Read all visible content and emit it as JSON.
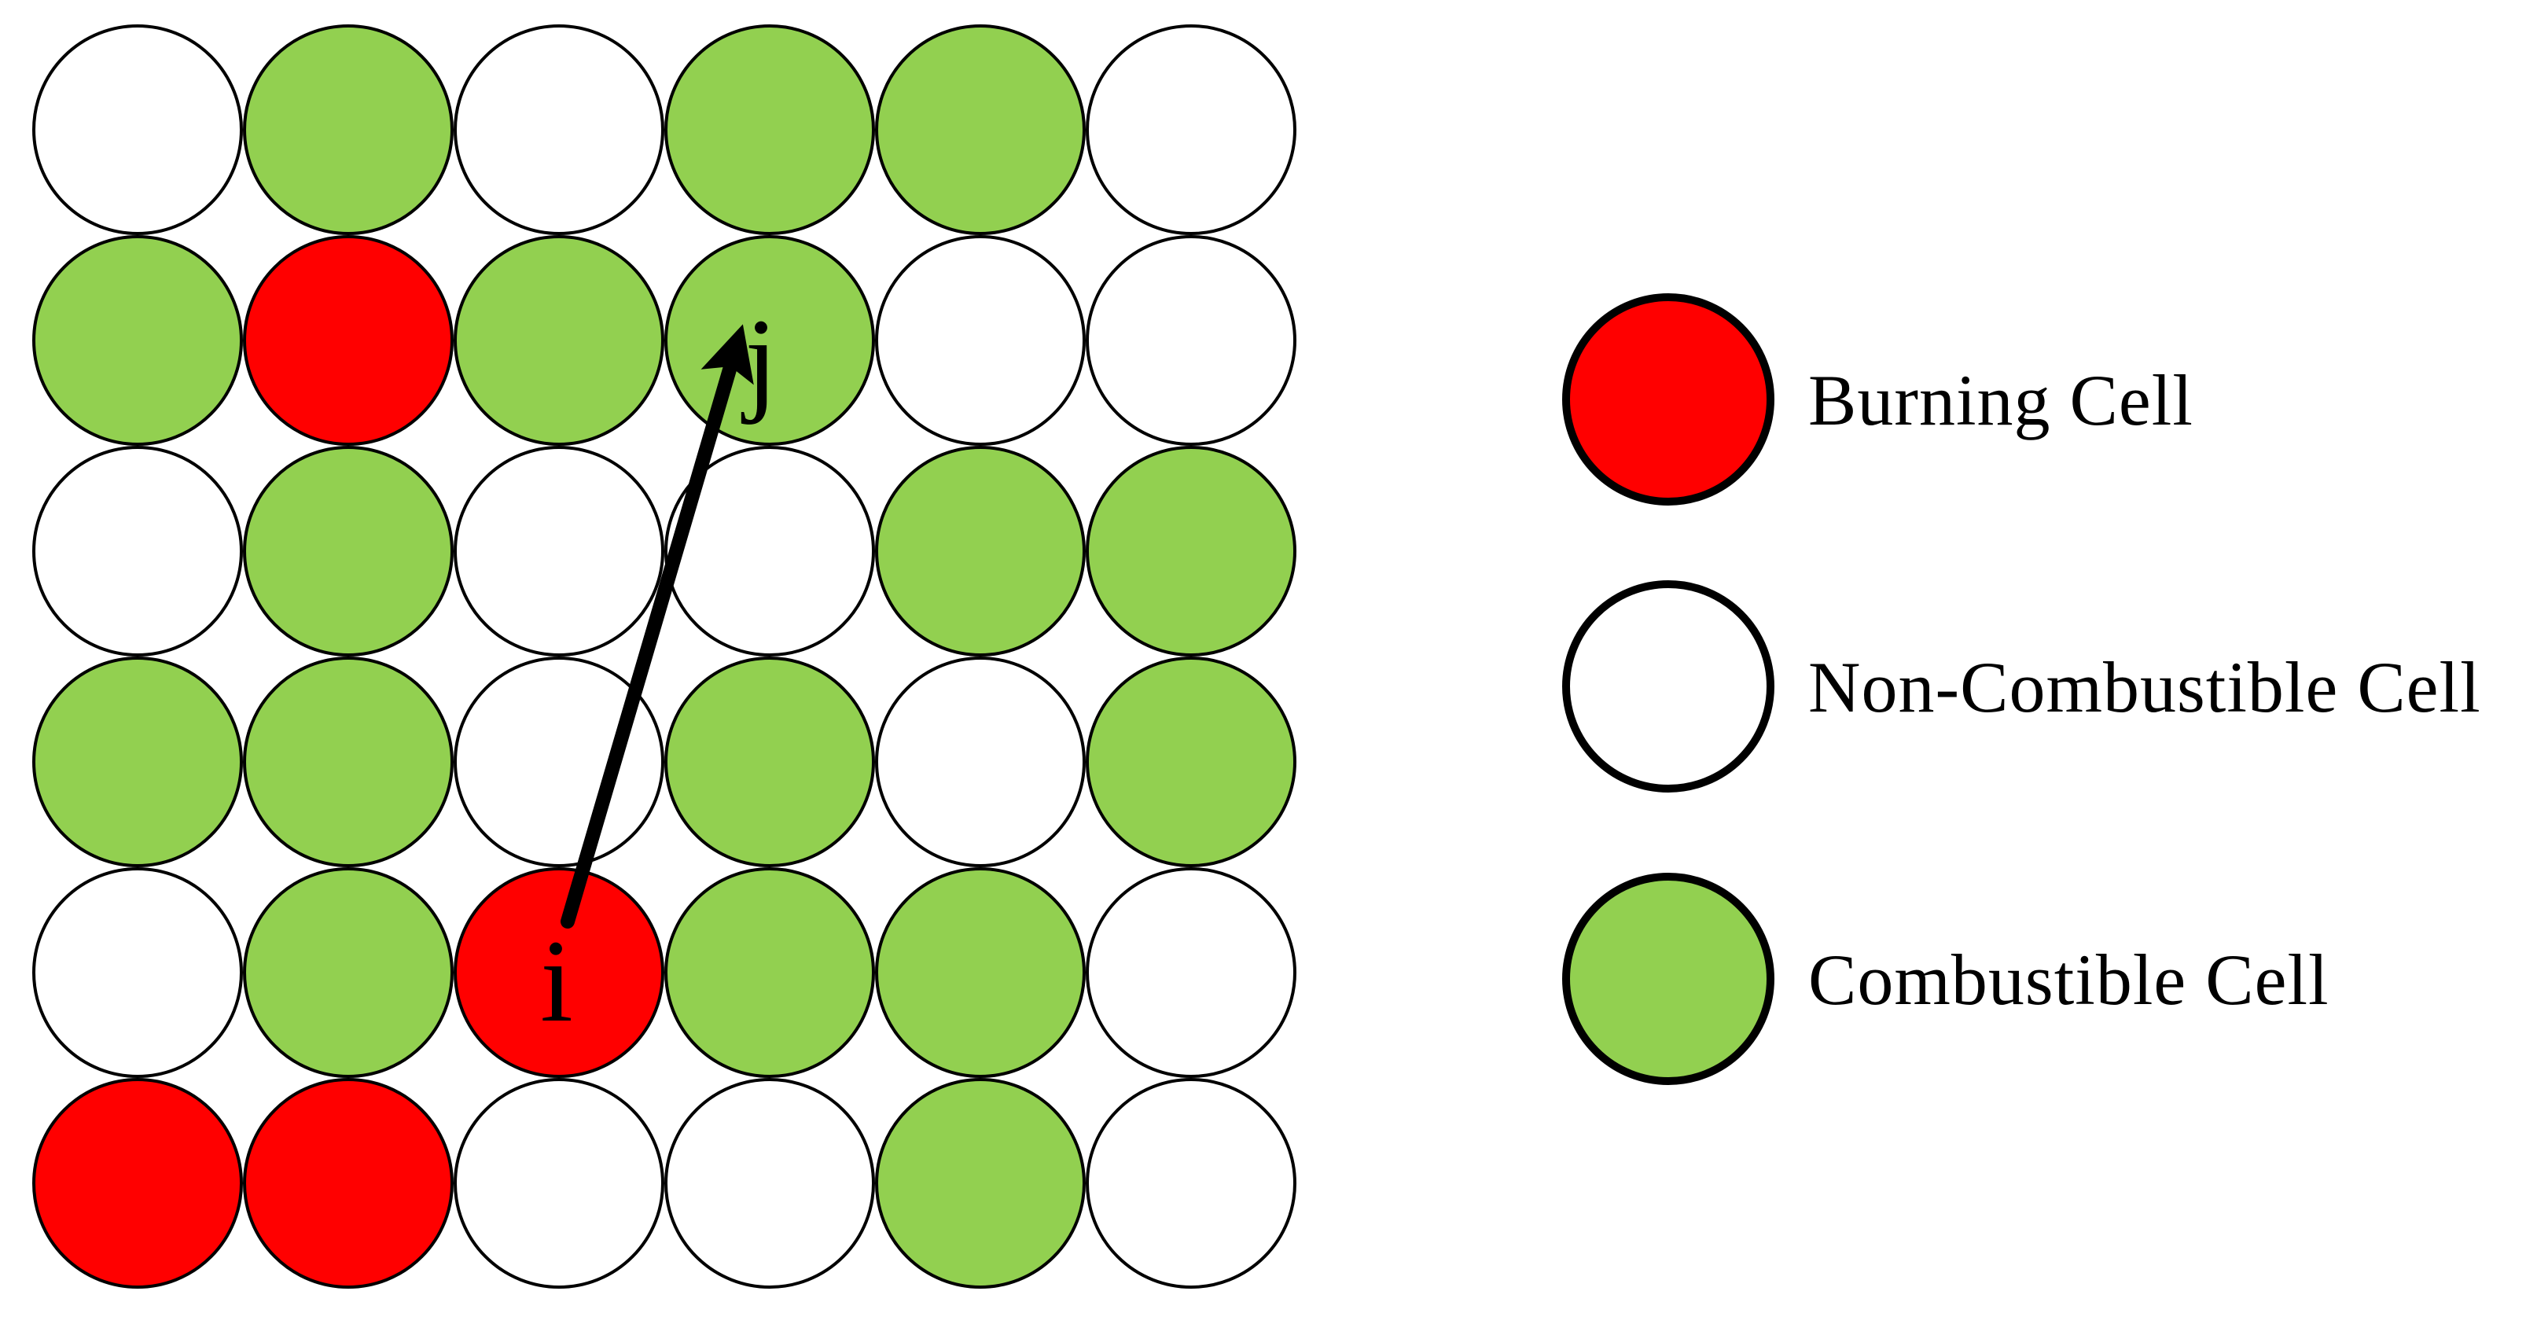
{
  "colors": {
    "burning": "#ff0000",
    "non_combustible": "#ffffff",
    "combustible": "#92d050",
    "outline": "#000000",
    "arrow": "#000000"
  },
  "grid": {
    "rows": [
      [
        "non_combustible",
        "combustible",
        "non_combustible",
        "combustible",
        "combustible",
        "non_combustible"
      ],
      [
        "combustible",
        "burning",
        "combustible",
        "combustible",
        "non_combustible",
        "non_combustible"
      ],
      [
        "non_combustible",
        "combustible",
        "non_combustible",
        "non_combustible",
        "combustible",
        "combustible"
      ],
      [
        "combustible",
        "combustible",
        "non_combustible",
        "combustible",
        "non_combustible",
        "combustible"
      ],
      [
        "non_combustible",
        "combustible",
        "burning",
        "combustible",
        "combustible",
        "non_combustible"
      ],
      [
        "burning",
        "burning",
        "non_combustible",
        "non_combustible",
        "combustible",
        "non_combustible"
      ]
    ],
    "cell_labels": {
      "source": "i",
      "target": "j"
    }
  },
  "legend": {
    "items": [
      {
        "type": "burning",
        "label": "Burning Cell"
      },
      {
        "type": "non_combustible",
        "label": "Non-Combustible Cell"
      },
      {
        "type": "combustible",
        "label": "Combustible Cell"
      }
    ]
  }
}
